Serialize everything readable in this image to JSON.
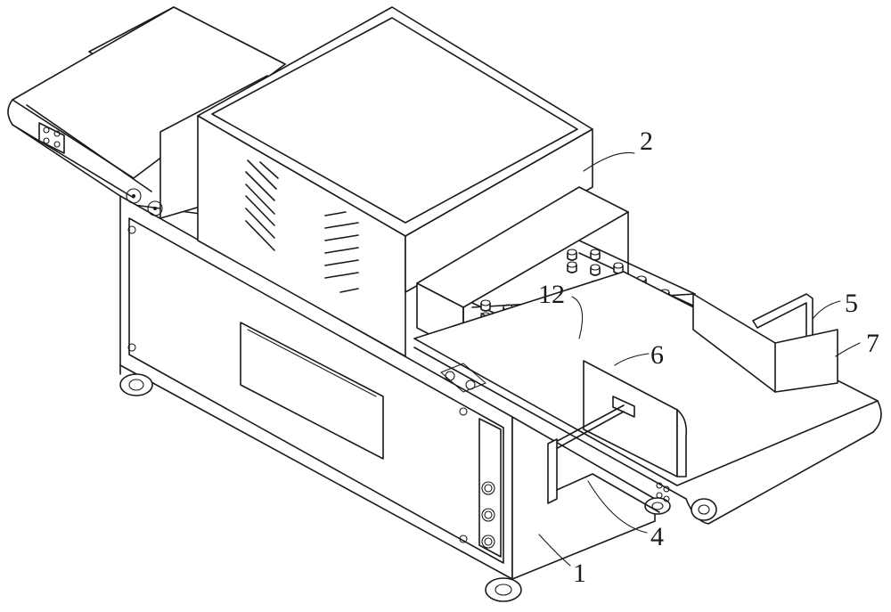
{
  "callouts": [
    {
      "id": "1",
      "text": "1"
    },
    {
      "id": "2",
      "text": "2"
    },
    {
      "id": "4",
      "text": "4"
    },
    {
      "id": "5",
      "text": "5"
    },
    {
      "id": "6",
      "text": "6"
    },
    {
      "id": "7",
      "text": "7"
    },
    {
      "id": "12",
      "text": "12"
    }
  ],
  "colors": {
    "line": "#1a1a1a",
    "background": "#ffffff"
  }
}
